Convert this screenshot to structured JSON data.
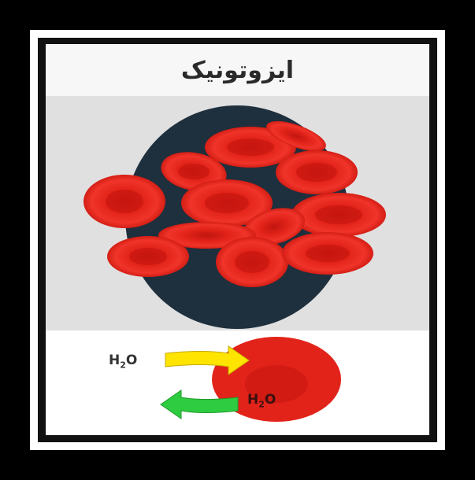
{
  "title": "ایزوتونیک",
  "labels": {
    "water_outside": "H",
    "water_inside": "H",
    "water_sub": "2",
    "water_o": "O"
  },
  "colors": {
    "cell": "#e2231a",
    "cell_shade": "#b5120c",
    "circle_bg": "#1e2f3d",
    "arrow_in": "#ffe400",
    "arrow_out": "#2ecc40"
  }
}
